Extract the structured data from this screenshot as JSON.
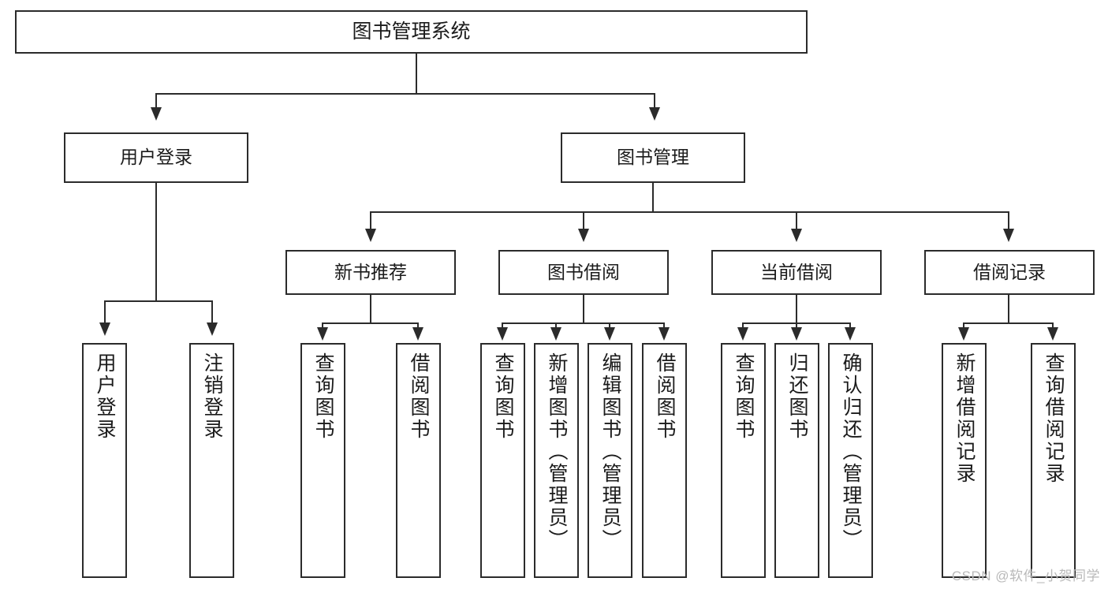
{
  "diagram": {
    "title": "图书管理系统",
    "type": "hierarchy-tree",
    "root": {
      "label": "图书管理系统"
    },
    "level2": [
      {
        "label": "用户登录"
      },
      {
        "label": "图书管理"
      }
    ],
    "level3": [
      {
        "label": "新书推荐"
      },
      {
        "label": "图书借阅"
      },
      {
        "label": "当前借阅"
      },
      {
        "label": "借阅记录"
      }
    ],
    "leaves": {
      "user_login": [
        {
          "label": "用户登录"
        },
        {
          "label": "注销登录"
        }
      ],
      "new_book_recommend": [
        {
          "label": "查询图书"
        },
        {
          "label": "借阅图书"
        }
      ],
      "book_borrow": [
        {
          "label": "查询图书"
        },
        {
          "label": "新增图书（管理员）"
        },
        {
          "label": "编辑图书（管理员）"
        },
        {
          "label": "借阅图书"
        }
      ],
      "current_borrow": [
        {
          "label": "查询图书"
        },
        {
          "label": "归还图书"
        },
        {
          "label": "确认归还（管理员）"
        }
      ],
      "borrow_records": [
        {
          "label": "新增借阅记录"
        },
        {
          "label": "查询借阅记录"
        }
      ]
    }
  },
  "watermark": {
    "text": "CSDN @软件_小贺同学"
  },
  "colors": {
    "border": "#2b2b2b",
    "background": "#ffffff",
    "text": "#1b1b1b",
    "watermark": "#b9b9b9"
  }
}
